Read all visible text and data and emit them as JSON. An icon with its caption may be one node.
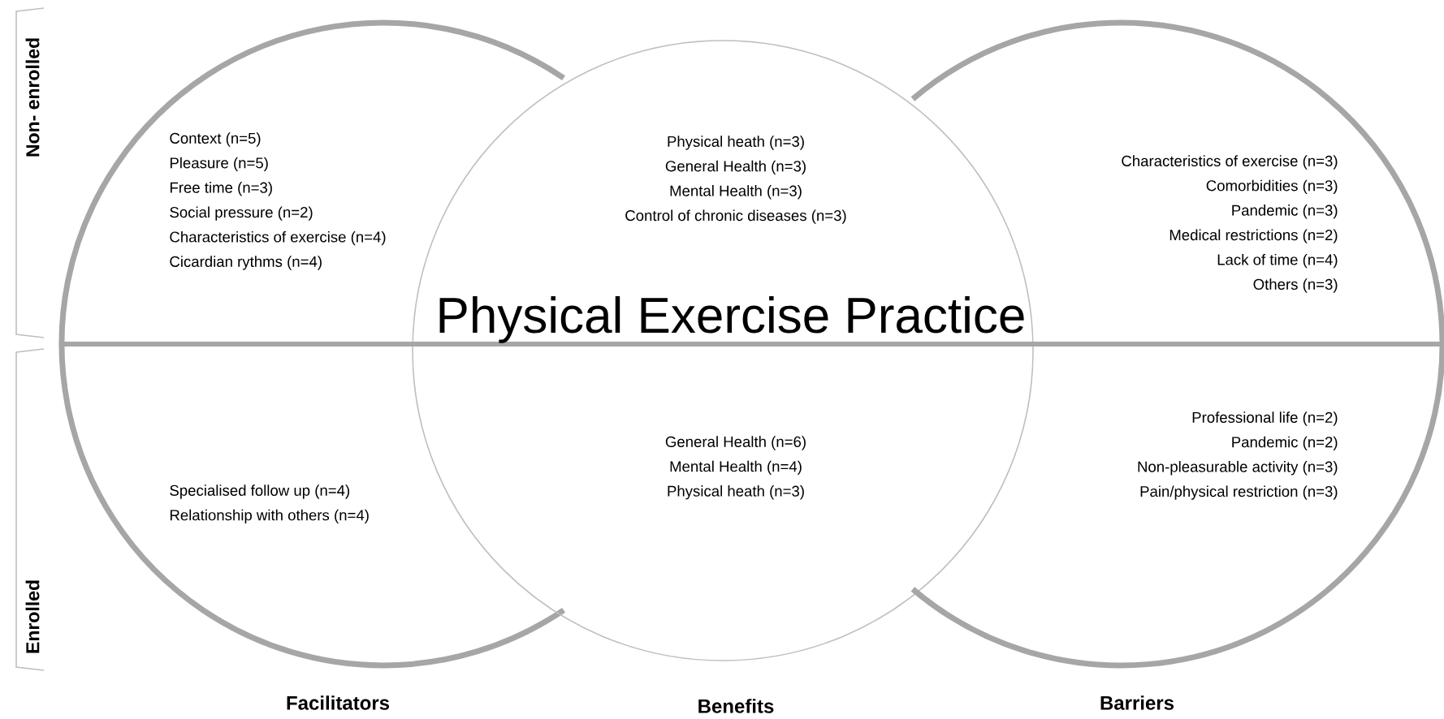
{
  "diagram": {
    "title": "Physical Exercise Practice",
    "nodes": [
      {
        "text": [
          "Context (n=5)",
          "Pleasure (n=5)",
          "Free time (n=3)",
          "Social pressure (n=2)",
          "Characteristics of exercise (n=4)",
          "Cicardian rythms (n=4)",
          "Specialised follow up (n=4)",
          "Relationship with others (n=4)",
          "Facilitators"
        ]
      },
      {
        "text": [
          "Physical heath (n=3)",
          "General Health (n=3)",
          "Mental Health (n=3)",
          "Control of chronic diseases (n=3)",
          "General Health (n=6)",
          "Mental Health (n=4)",
          "Physical heath (n=3)",
          "Benefits"
        ]
      },
      {
        "text": [
          "Characteristics of exercise (n=3)",
          "Comorbidities (n=3)",
          "Pandemic (n=3)",
          "Medical restrictions (n=2)",
          "Lack of time (n=4)",
          "Others (n=3)",
          "Professional life (n=2)",
          "Pandemic (n=2)",
          "Non-pleasurable activity (n=3)",
          "Pain/physical restriction (n=3)",
          "Barriers"
        ]
      }
    ],
    "labels": [
      "Non- enrolled",
      "Enrolled"
    ]
  }
}
